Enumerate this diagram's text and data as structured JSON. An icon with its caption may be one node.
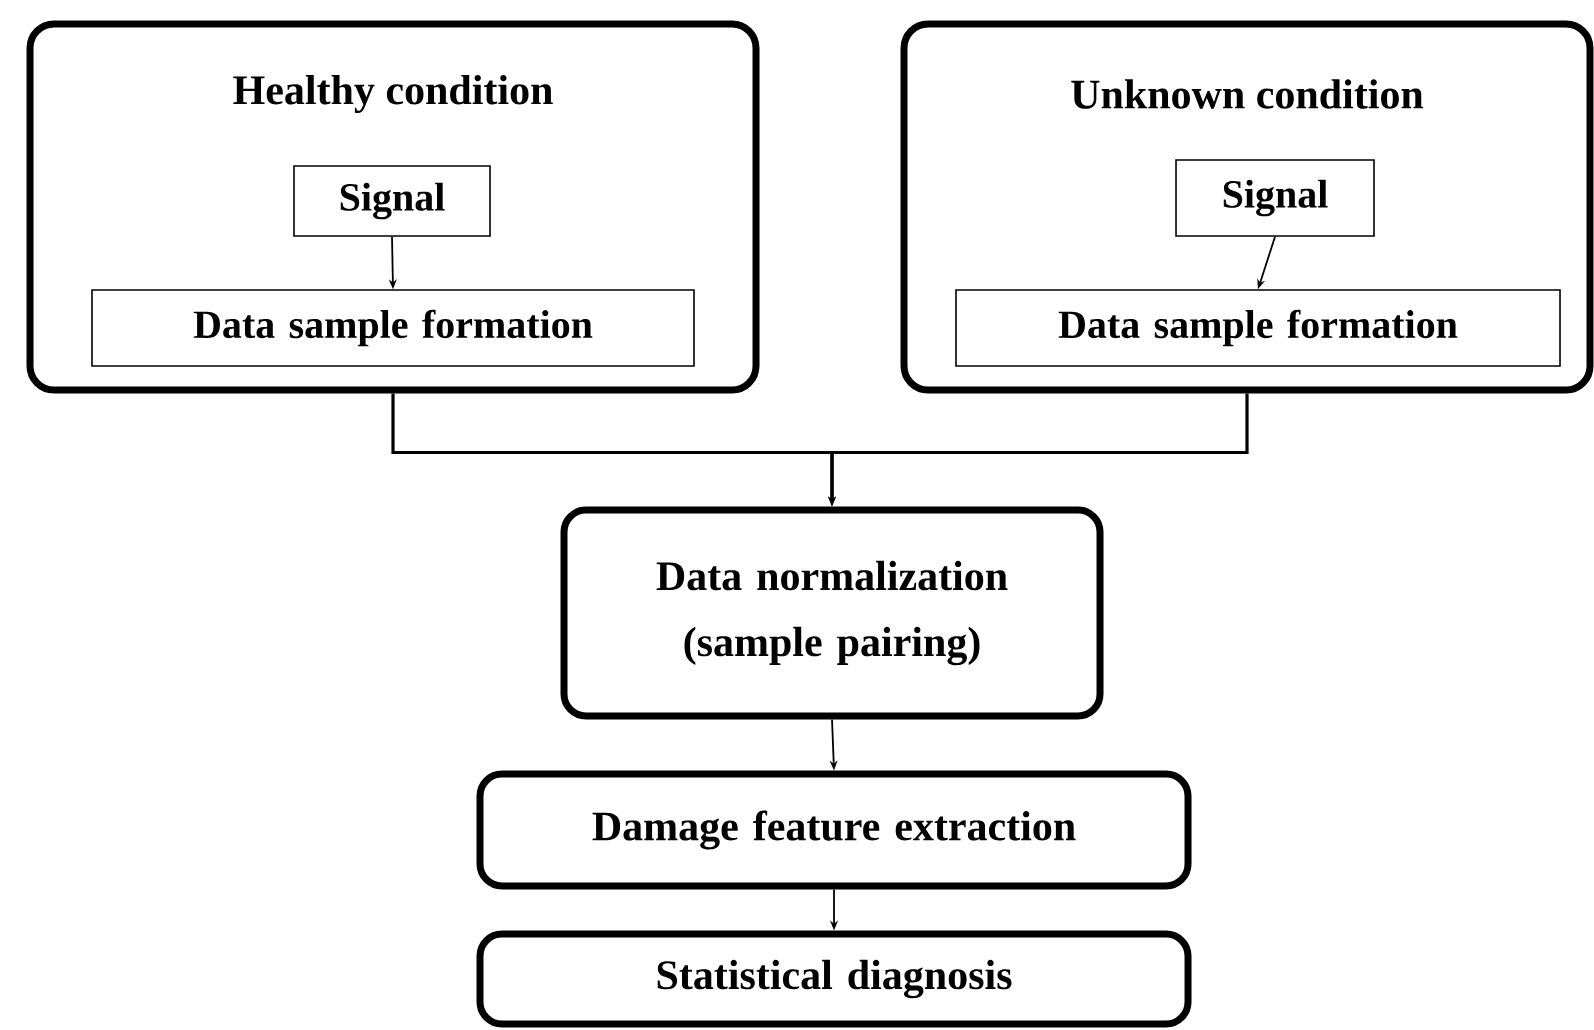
{
  "diagram": {
    "nodes": [
      {
        "text": [
          "Healthy condition"
        ]
      },
      {
        "text": [
          "Signal"
        ],
        "in": 0
      },
      {
        "text": [
          "Data sample formation"
        ],
        "in": 0
      },
      {
        "text": [
          "Unknown condition"
        ]
      },
      {
        "text": [
          "Signal"
        ],
        "in": 3
      },
      {
        "text": [
          "Data sample formation"
        ],
        "in": 3
      },
      {
        "text": [
          "Data normalization (sample pairing)"
        ]
      },
      {
        "text": [
          "Damage feature extraction"
        ]
      },
      {
        "text": [
          "Statistical diagnosis"
        ]
      }
    ],
    "edges": [
      {
        "from": 1,
        "to": 2,
        "arrow": "to"
      },
      {
        "from": 4,
        "to": 5,
        "arrow": "to"
      },
      {
        "from": 0,
        "to": 6,
        "arrow": "to"
      },
      {
        "from": 3,
        "to": 6,
        "arrow": "to"
      },
      {
        "from": 6,
        "to": 7,
        "arrow": "to"
      },
      {
        "from": 7,
        "to": 8,
        "arrow": "to"
      }
    ]
  }
}
